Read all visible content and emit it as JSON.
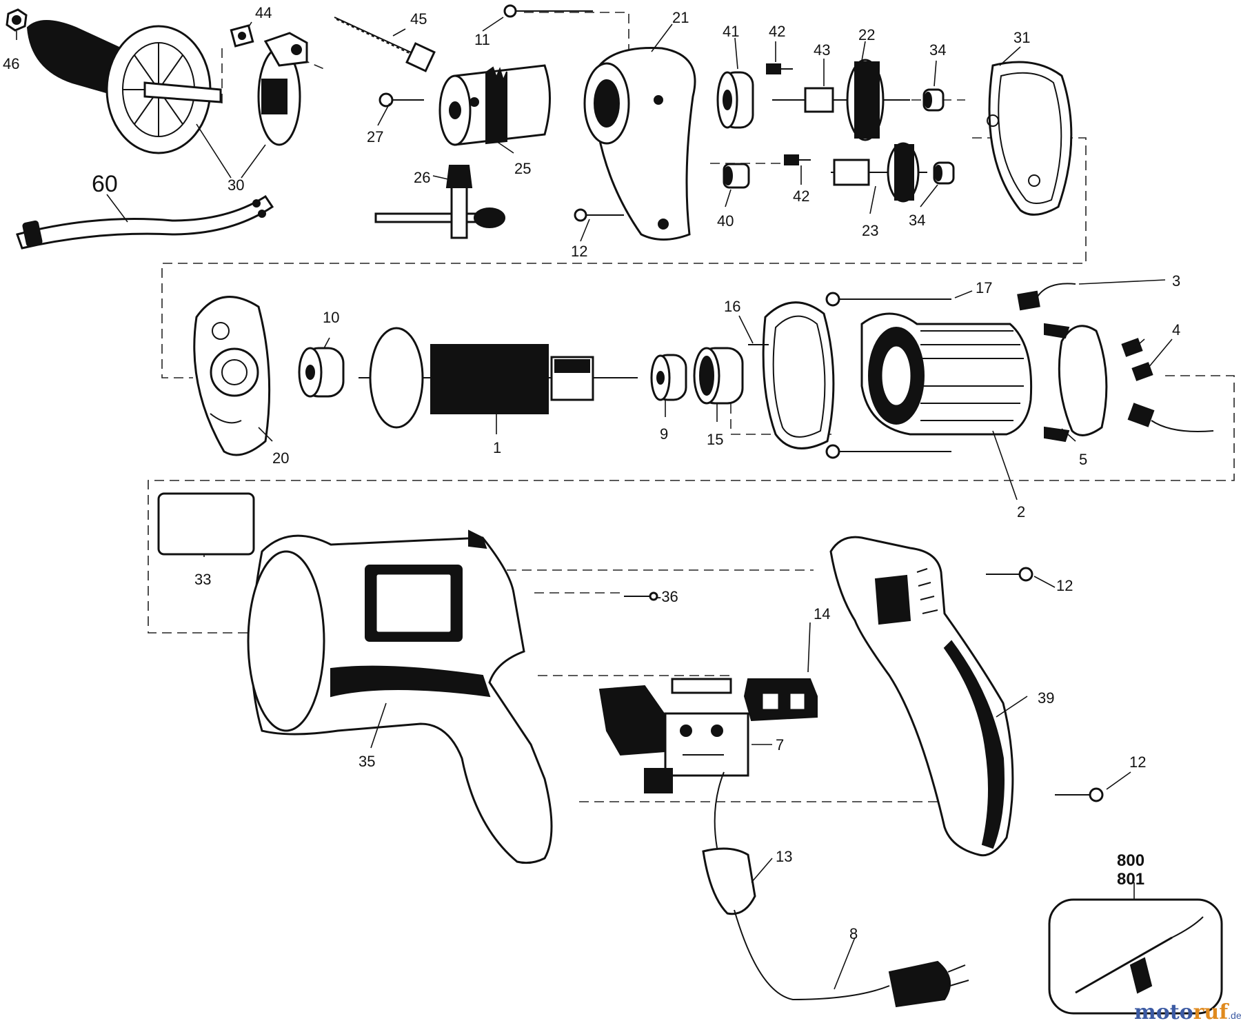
{
  "labels": {
    "p46": "46",
    "p44": "44",
    "p45": "45",
    "p11": "11",
    "p21": "21",
    "p41": "41",
    "p42a": "42",
    "p43": "43",
    "p22": "22",
    "p34a": "34",
    "p31": "31",
    "p30": "30",
    "p27": "27",
    "p25": "25",
    "p26": "26",
    "p60": "60",
    "p12a": "12",
    "p40": "40",
    "p42b": "42",
    "p23": "23",
    "p34b": "34",
    "p3": "3",
    "p17": "17",
    "p16": "16",
    "p10": "10",
    "p4": "4",
    "p20": "20",
    "p1": "1",
    "p9": "9",
    "p15": "15",
    "p5": "5",
    "p2": "2",
    "p33": "33",
    "p36": "-36",
    "p12b": "12",
    "p14": "14",
    "p39": "39",
    "p7": "7",
    "p35": "35",
    "p12c": "12",
    "p13": "13",
    "p800": "800",
    "p801": "801",
    "p8": "8"
  },
  "watermark": {
    "part1": "moto",
    "part2": "ruf",
    "suffix": ".de"
  }
}
